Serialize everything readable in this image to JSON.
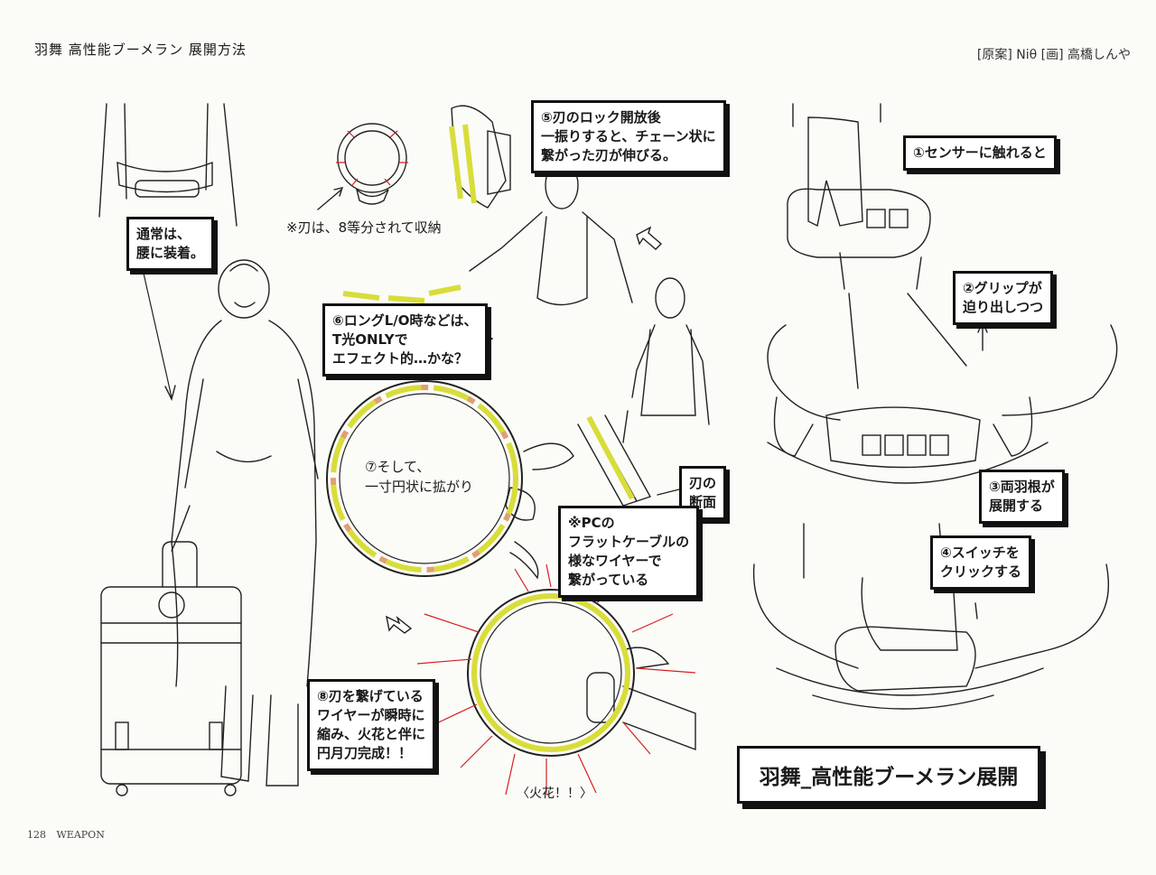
{
  "header": {
    "title": "羽舞 高性能ブーメラン 展開方法",
    "credit": "[原案] Niθ [画] 高橋しんや"
  },
  "footer": {
    "page_number": "128",
    "section": "WEAPON"
  },
  "captions": {
    "waist": "通常は、\n腰に装着。",
    "blade_storage": "※刃は、8等分されて収納",
    "step5": "⑤刃のロック開放後\n一振りすると、チェーン状に\n繋がった刃が伸びる。",
    "step6": "⑥ロングL/O時などは、\nT光ONLYで\nエフェクト的…かな？",
    "step7": "⑦そして、\n一寸円状に拡がり",
    "cross_section": "刃の\n断面",
    "wire_note": "※PCの\nフラットケーブルの\n様なワイヤーで\n繋がっている",
    "step8": "⑧刃を繋げている\nワイヤーが瞬時に\n縮み、火花と伴に\n円月刀完成！！",
    "spark": "〈火花！！〉",
    "step1": "①センサーに触れると",
    "step2": "②グリップが\n迫り出しつつ",
    "step3": "③両羽根が\n展開する",
    "step4": "④スイッチを\nクリックする"
  },
  "panel_title": "羽舞_高性能ブーメラン展開",
  "colors": {
    "blade_yellow": "#d8dd3a",
    "blade_orange": "#e0a070",
    "spark_red": "#d42020",
    "line": "#1a1a1a"
  }
}
